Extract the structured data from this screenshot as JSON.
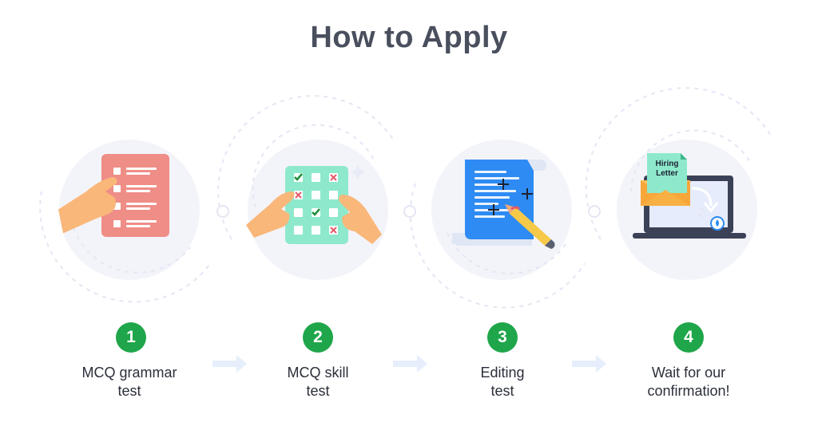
{
  "title": "How to Apply",
  "steps": [
    {
      "number": "1",
      "label_line1": "MCQ grammar",
      "label_line2": "test",
      "icon": "checklist-icon"
    },
    {
      "number": "2",
      "label_line1": "MCQ skill",
      "label_line2": "test",
      "icon": "quiz-grid-icon"
    },
    {
      "number": "3",
      "label_line1": "Editing",
      "label_line2": "test",
      "icon": "document-edit-icon"
    },
    {
      "number": "4",
      "label_line1": "Wait for our",
      "label_line2": "confirmation!",
      "icon": "laptop-letter-icon"
    }
  ],
  "hiring_letter": {
    "line1": "Hiring",
    "line2": "Letter"
  },
  "colors": {
    "badge": "#1fa64a",
    "title": "#4a4f5e",
    "circle_bg": "#f3f4fa",
    "arrow": "#e6eefc"
  }
}
